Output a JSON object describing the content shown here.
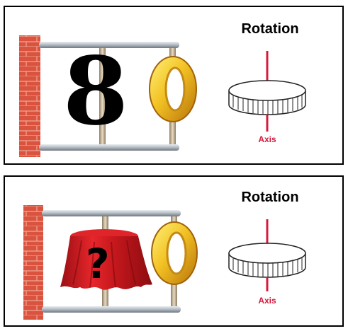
{
  "panels": [
    {
      "rotation_label": "Rotation",
      "axis_label": "Axis",
      "left_digit": "8",
      "right_digit": "0"
    },
    {
      "rotation_label": "Rotation",
      "axis_label": "Axis",
      "left_digit_hidden_symbol": "?",
      "right_digit": "0"
    }
  ],
  "colors": {
    "brick": "#d9533f",
    "rail": "#9aa3ab",
    "gold": "#f2c224",
    "cloth": "#d11b20",
    "axis": "#d71a3c"
  },
  "icons": [
    "brick-wall-icon",
    "coin-icon",
    "cloth-cover-icon"
  ]
}
